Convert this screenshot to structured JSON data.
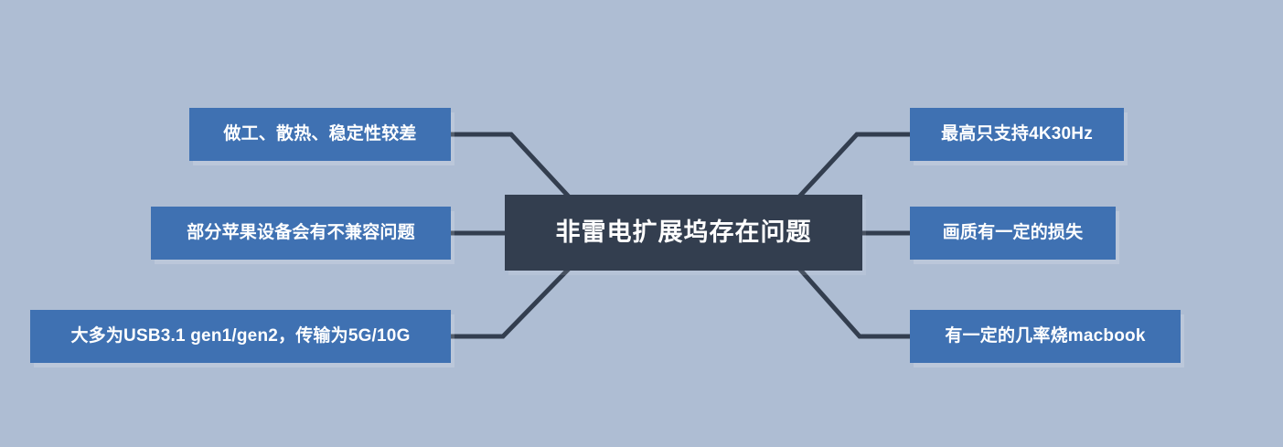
{
  "diagram": {
    "type": "mindmap",
    "background_color": "#aebdd3",
    "center": {
      "label": "非雷电扩展坞存在问题",
      "color": "#333e4f",
      "text_color": "#ffffff"
    },
    "branch_color": "#3f71b2",
    "connector_color": "#333e4f",
    "left_branches": [
      {
        "label": "做工、散热、稳定性较差"
      },
      {
        "label": "部分苹果设备会有不兼容问题"
      },
      {
        "label": "大多为USB3.1 gen1/gen2，传输为5G/10G"
      }
    ],
    "right_branches": [
      {
        "label": "最高只支持4K30Hz"
      },
      {
        "label": "画质有一定的损失"
      },
      {
        "label": "有一定的几率烧macbook"
      }
    ]
  }
}
